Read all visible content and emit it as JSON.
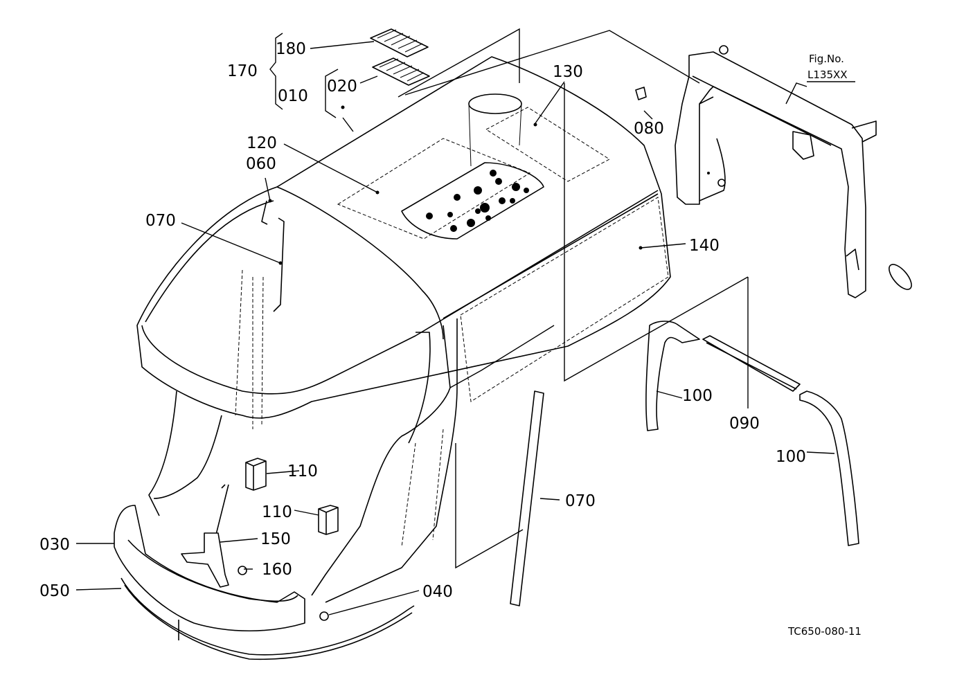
{
  "labels": {
    "p180": "180",
    "p170": "170",
    "p020": "020",
    "p010": "010",
    "p130": "130",
    "p080": "080",
    "p120": "120",
    "p060": "060",
    "p070a": "070",
    "p140": "140",
    "p100a": "100",
    "p090": "090",
    "p100b": "100",
    "p110a": "110",
    "p110b": "110",
    "p070b": "070",
    "p150": "150",
    "p030": "030",
    "p160": "160",
    "p050": "050",
    "p040": "040"
  },
  "figure_ref": {
    "line1": "Fig.No.",
    "line2": "L135XX"
  },
  "drawing_code": "TC650-080-11"
}
